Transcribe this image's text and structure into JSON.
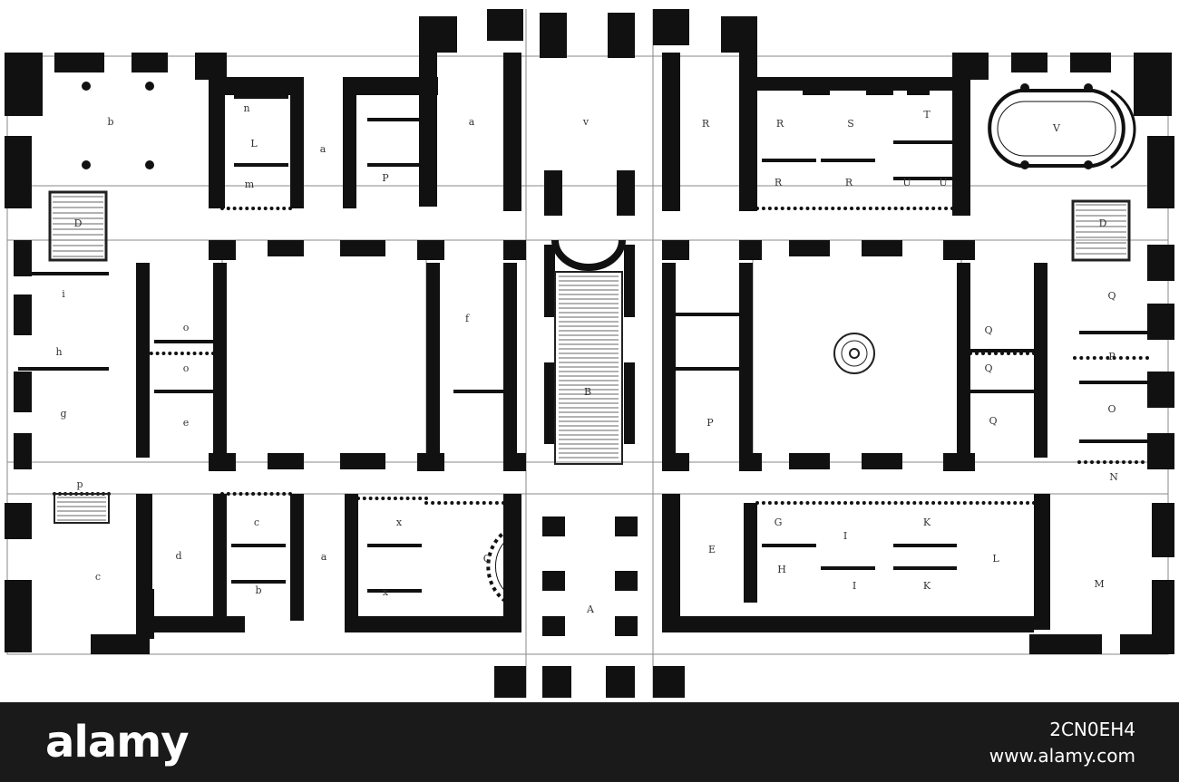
{
  "plan": {
    "rooms": [
      {
        "id": "b-nw",
        "letter": "b"
      },
      {
        "id": "n-nw",
        "letter": "n"
      },
      {
        "id": "l-nw",
        "letter": "L"
      },
      {
        "id": "m-nw",
        "letter": "m"
      },
      {
        "id": "D-w",
        "letter": "D"
      },
      {
        "id": "a-n1",
        "letter": "a"
      },
      {
        "id": "a-n2",
        "letter": "a"
      },
      {
        "id": "P-n",
        "letter": "P"
      },
      {
        "id": "v-n",
        "letter": "v"
      },
      {
        "id": "R-1",
        "letter": "R"
      },
      {
        "id": "R-2",
        "letter": "R"
      },
      {
        "id": "S",
        "letter": "S"
      },
      {
        "id": "T",
        "letter": "T"
      },
      {
        "id": "R-3",
        "letter": "R"
      },
      {
        "id": "R-4",
        "letter": "R"
      },
      {
        "id": "U-1",
        "letter": "U"
      },
      {
        "id": "U-2",
        "letter": "U"
      },
      {
        "id": "V",
        "letter": "V"
      },
      {
        "id": "D-e",
        "letter": "D"
      },
      {
        "id": "i-w",
        "letter": "i"
      },
      {
        "id": "h-w",
        "letter": "h"
      },
      {
        "id": "g-w",
        "letter": "g"
      },
      {
        "id": "o-1",
        "letter": "o"
      },
      {
        "id": "o-2",
        "letter": "o"
      },
      {
        "id": "e-w",
        "letter": "e"
      },
      {
        "id": "f-c",
        "letter": "f"
      },
      {
        "id": "B",
        "letter": "B"
      },
      {
        "id": "P-e",
        "letter": "P"
      },
      {
        "id": "Q-1",
        "letter": "Q"
      },
      {
        "id": "Q-2",
        "letter": "Q"
      },
      {
        "id": "Q-3",
        "letter": "Q"
      },
      {
        "id": "Q-4",
        "letter": "Q"
      },
      {
        "id": "P-ee",
        "letter": "P"
      },
      {
        "id": "O",
        "letter": "O"
      },
      {
        "id": "N",
        "letter": "N"
      },
      {
        "id": "p-sw",
        "letter": "p"
      },
      {
        "id": "c-sw",
        "letter": "c"
      },
      {
        "id": "d-sw",
        "letter": "d"
      },
      {
        "id": "c-s",
        "letter": "c"
      },
      {
        "id": "b-s",
        "letter": "b"
      },
      {
        "id": "a-s",
        "letter": "a"
      },
      {
        "id": "x-1",
        "letter": "x"
      },
      {
        "id": "x-2",
        "letter": "x"
      },
      {
        "id": "C",
        "letter": "C"
      },
      {
        "id": "A",
        "letter": "A"
      },
      {
        "id": "E",
        "letter": "E"
      },
      {
        "id": "G",
        "letter": "G"
      },
      {
        "id": "H",
        "letter": "H"
      },
      {
        "id": "I-1",
        "letter": "I"
      },
      {
        "id": "I-2",
        "letter": "I"
      },
      {
        "id": "K-1",
        "letter": "K"
      },
      {
        "id": "K-2",
        "letter": "K"
      },
      {
        "id": "L-se",
        "letter": "L"
      },
      {
        "id": "M",
        "letter": "M"
      }
    ]
  },
  "watermark": {
    "logo": "alamy",
    "image_id": "2CN0EH4",
    "url": "www.alamy.com"
  }
}
